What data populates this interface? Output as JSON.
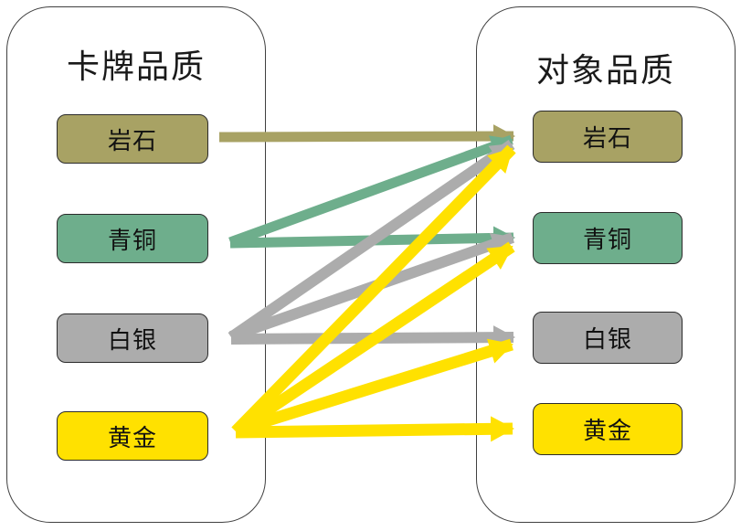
{
  "diagram": {
    "left_panel": {
      "title": "卡牌品质",
      "items": [
        {
          "label": "岩石",
          "color": "#A8A264"
        },
        {
          "label": "青铜",
          "color": "#6EAE8C"
        },
        {
          "label": "白银",
          "color": "#ACACAC"
        },
        {
          "label": "黄金",
          "color": "#FFE100"
        }
      ]
    },
    "right_panel": {
      "title": "对象品质",
      "items": [
        {
          "label": "岩石",
          "color": "#A8A264"
        },
        {
          "label": "青铜",
          "color": "#6EAE8C"
        },
        {
          "label": "白银",
          "color": "#ACACAC"
        },
        {
          "label": "黄金",
          "color": "#FFE100"
        }
      ]
    },
    "arrows": [
      {
        "from": "岩石",
        "to": "岩石",
        "color": "#A8A264"
      },
      {
        "from": "青铜",
        "to": "岩石",
        "color": "#6EAE8C"
      },
      {
        "from": "青铜",
        "to": "青铜",
        "color": "#6EAE8C"
      },
      {
        "from": "白银",
        "to": "岩石",
        "color": "#ACACAC"
      },
      {
        "from": "白银",
        "to": "青铜",
        "color": "#ACACAC"
      },
      {
        "from": "白银",
        "to": "白银",
        "color": "#ACACAC"
      },
      {
        "from": "黄金",
        "to": "岩石",
        "color": "#FFE100"
      },
      {
        "from": "黄金",
        "to": "青铜",
        "color": "#FFE100"
      },
      {
        "from": "黄金",
        "to": "白银",
        "color": "#FFE100"
      },
      {
        "from": "黄金",
        "to": "黄金",
        "color": "#FFE100"
      }
    ]
  }
}
